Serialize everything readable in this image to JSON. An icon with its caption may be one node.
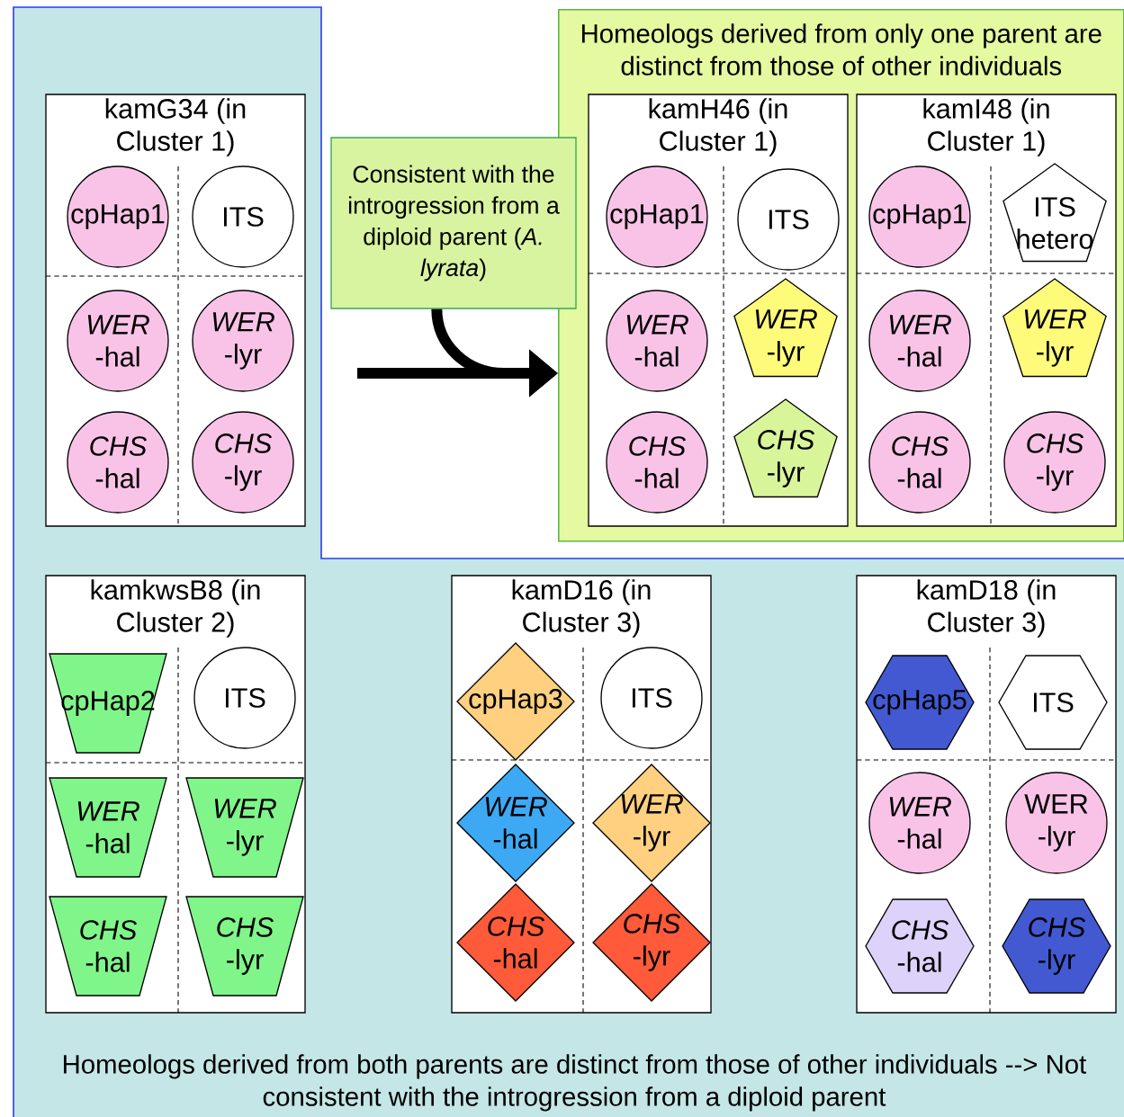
{
  "diagram": {
    "nodes": [
      {
        "text": [
          "Homeologs derived from both parents are distinct from those of other individuals --> Not consistent with the introgression from a diploid parent"
        ]
      },
      {
        "text": [
          "kamG34 (in Cluster 1)"
        ],
        "in": 0
      },
      {
        "text": [
          "cpHap1"
        ],
        "in": 1
      },
      {
        "text": [
          "ITS"
        ],
        "in": 1
      },
      {
        "text": [
          "*WER* -hal"
        ],
        "in": 1
      },
      {
        "text": [
          "*WER* -lyr"
        ],
        "in": 1
      },
      {
        "text": [
          "*CHS* -hal"
        ],
        "in": 1
      },
      {
        "text": [
          "*CHS* -lyr"
        ],
        "in": 1
      },
      {
        "text": [
          "Consistent with the introgression from a diploid parent (*A. lyrata*)"
        ]
      },
      {
        "text": [
          "Homeologs derived from only one parent are distinct from those of other individuals"
        ]
      },
      {
        "text": [
          "kamH46 (in Cluster 1)"
        ],
        "in": 9
      },
      {
        "text": [
          "cpHap1"
        ],
        "in": 10
      },
      {
        "text": [
          "ITS"
        ],
        "in": 10
      },
      {
        "text": [
          "*WER* -hal"
        ],
        "in": 10
      },
      {
        "text": [
          "*WER* -lyr"
        ],
        "in": 10
      },
      {
        "text": [
          "*CHS* -hal"
        ],
        "in": 10
      },
      {
        "text": [
          "*CHS* -lyr"
        ],
        "in": 10
      },
      {
        "text": [
          "kamI48 (in Cluster 1)"
        ],
        "in": 9
      },
      {
        "text": [
          "cpHap1"
        ],
        "in": 17
      },
      {
        "text": [
          "ITS hetero"
        ],
        "in": 17
      },
      {
        "text": [
          "*WER* -hal"
        ],
        "in": 17
      },
      {
        "text": [
          "*WER* -lyr"
        ],
        "in": 17
      },
      {
        "text": [
          "*CHS* -hal"
        ],
        "in": 17
      },
      {
        "text": [
          "*CHS* -lyr"
        ],
        "in": 17
      },
      {
        "text": [
          "kamkwsB8 (in Cluster 2)"
        ],
        "in": 0
      },
      {
        "text": [
          "cpHap2"
        ],
        "in": 24
      },
      {
        "text": [
          "ITS"
        ],
        "in": 24
      },
      {
        "text": [
          "*WER* -hal"
        ],
        "in": 24
      },
      {
        "text": [
          "*WER* -lyr"
        ],
        "in": 24
      },
      {
        "text": [
          "*CHS* -hal"
        ],
        "in": 24
      },
      {
        "text": [
          "*CHS* -lyr"
        ],
        "in": 24
      },
      {
        "text": [
          "kamD16 (in Cluster 3)"
        ],
        "in": 0
      },
      {
        "text": [
          "cpHap3"
        ],
        "in": 31
      },
      {
        "text": [
          "ITS"
        ],
        "in": 31
      },
      {
        "text": [
          "*WER* -hal"
        ],
        "in": 31
      },
      {
        "text": [
          "*WER* -lyr"
        ],
        "in": 31
      },
      {
        "text": [
          "*CHS* -hal"
        ],
        "in": 31
      },
      {
        "text": [
          "*CHS* -lyr"
        ],
        "in": 31
      },
      {
        "text": [
          "kamD18 (in Cluster 3)"
        ],
        "in": 0
      },
      {
        "text": [
          "cpHap5"
        ],
        "in": 38
      },
      {
        "text": [
          "ITS"
        ],
        "in": 38
      },
      {
        "text": [
          "*WER* -hal"
        ],
        "in": 38
      },
      {
        "text": [
          "WER -lyr"
        ],
        "in": 38
      },
      {
        "text": [
          "*CHS* -hal"
        ],
        "in": 38
      },
      {
        "text": [
          "*CHS* -lyr"
        ],
        "in": 38
      }
    ],
    "edges": [
      {
        "from": 8,
        "to": 9,
        "arrow": "to"
      },
      {
        "from": null,
        "to": 9,
        "arrow": "to"
      }
    ]
  }
}
